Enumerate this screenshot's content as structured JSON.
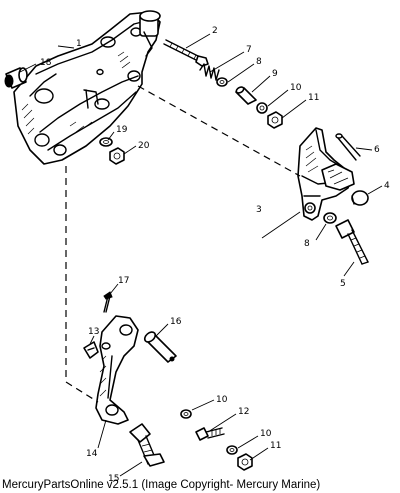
{
  "diagram": {
    "callouts": {
      "c1": "1",
      "c2": "2",
      "c3": "3",
      "c4": "4",
      "c5": "5",
      "c6": "6",
      "c7": "7",
      "c8a": "8",
      "c8b": "8",
      "c9": "9",
      "c10a": "10",
      "c10b": "10",
      "c10c": "10",
      "c11a": "11",
      "c11b": "11",
      "c12": "12",
      "c13": "13",
      "c14": "14",
      "c15": "15",
      "c16": "16",
      "c17": "17",
      "c18": "18",
      "c19": "19",
      "c20": "20"
    }
  },
  "footer": {
    "credit": "MercuryPartsOnline v2.5.1 (Image Copyright- Mercury Marine)"
  }
}
